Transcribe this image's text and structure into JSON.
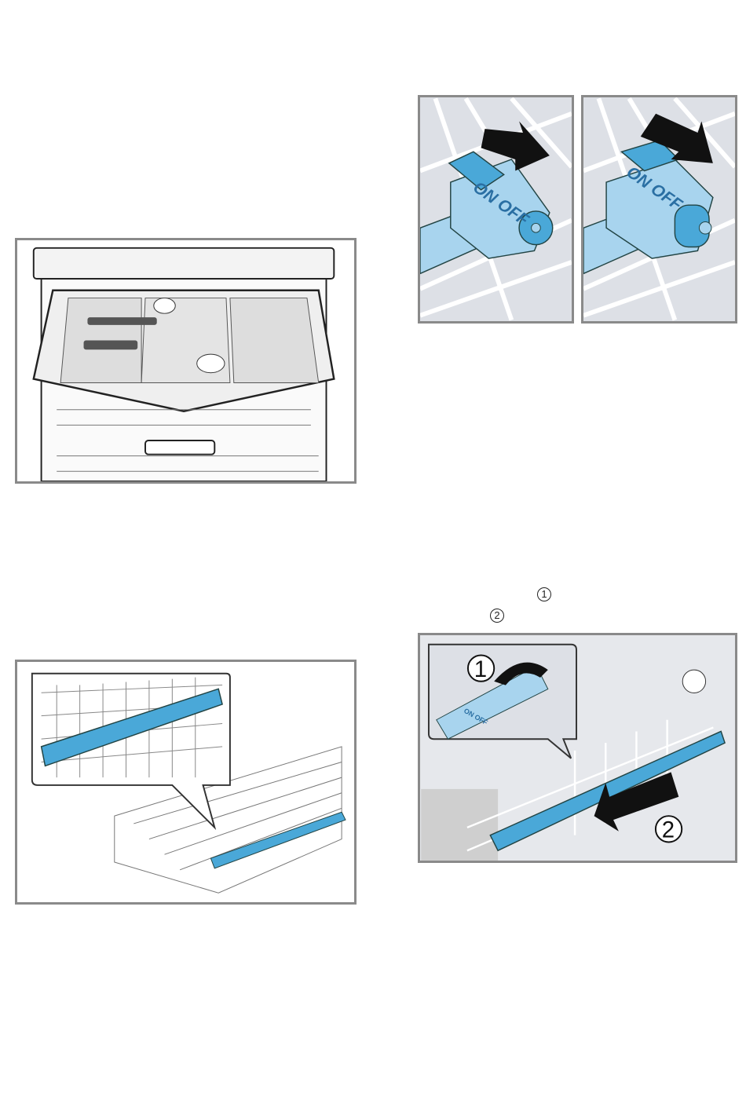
{
  "figures": {
    "cutlery_drawer": {
      "caption_visible": false
    },
    "switch_on": {
      "label": "ON OFF"
    },
    "switch_off": {
      "label": "ON OFF"
    },
    "spray_rail": {
      "caption_visible": false
    },
    "removal": {
      "step1": "1",
      "step2": "2",
      "inset_label": "ON OFF"
    }
  },
  "text_markers": {
    "marker1": "1",
    "marker2": "2"
  },
  "colors": {
    "frame": "#8a8a8a",
    "part_blue": "#4aa8d8",
    "part_light": "#a8d4ee",
    "bg_grey": "#dde0e6"
  }
}
